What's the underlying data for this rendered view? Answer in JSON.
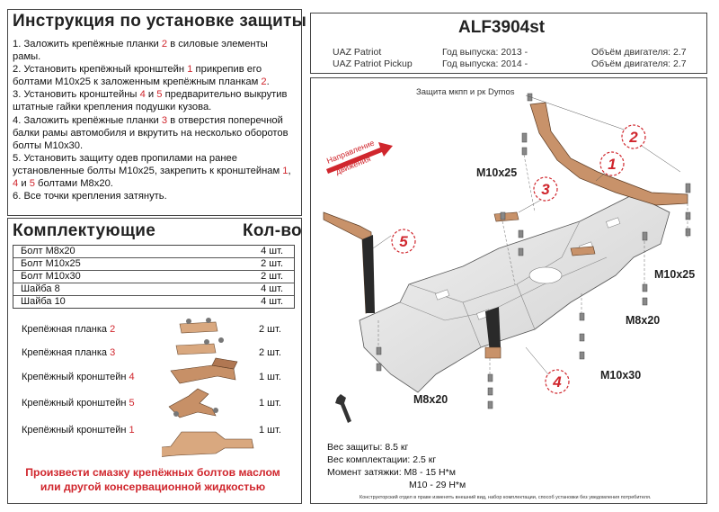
{
  "instructions": {
    "title": "Инструкция по установке защиты",
    "steps": [
      {
        "parts": [
          {
            "t": "1.  Заложить крепёжные планки "
          },
          {
            "t": "2",
            "red": true
          },
          {
            "t": " в силовые элементы рамы."
          }
        ]
      },
      {
        "parts": [
          {
            "t": "2.  Установить крепёжный кронштейн "
          },
          {
            "t": "1",
            "red": true
          },
          {
            "t": " прикрепив его болтами М10х25 к заложенным крепёжным планкам "
          },
          {
            "t": "2",
            "red": true
          },
          {
            "t": "."
          }
        ]
      },
      {
        "parts": [
          {
            "t": "3.  Установить кронштейны "
          },
          {
            "t": "4",
            "red": true
          },
          {
            "t": " и "
          },
          {
            "t": "5",
            "red": true
          },
          {
            "t": " предварительно выкрутив штатные гайки крепления подушки кузова."
          }
        ]
      },
      {
        "parts": [
          {
            "t": "4.  Заложить крепёжные планки "
          },
          {
            "t": "3",
            "red": true
          },
          {
            "t": " в отверстия поперечной балки рамы автомобиля и вкрутить на несколько оборотов болты М10х30."
          }
        ]
      },
      {
        "parts": [
          {
            "t": "5.  Установить защиту одев пропилами на ранее установленные болты М10х25, закрепить к кронштейнам "
          },
          {
            "t": "1",
            "red": true
          },
          {
            "t": ", "
          },
          {
            "t": "4",
            "red": true
          },
          {
            "t": " и "
          },
          {
            "t": "5",
            "red": true
          },
          {
            "t": " болтами М8х20."
          }
        ]
      },
      {
        "parts": [
          {
            "t": "6.  Все точки крепления затянуть."
          }
        ]
      }
    ]
  },
  "parts_list": {
    "title": "Комплектующие",
    "qty_header": "Кол-во",
    "rows": [
      {
        "name": "Болт М8х20",
        "qty": "4 шт."
      },
      {
        "name": "Болт М10х25",
        "qty": "2 шт."
      },
      {
        "name": "Болт М10х30",
        "qty": "2 шт."
      },
      {
        "name": "Шайба 8",
        "qty": "4 шт."
      },
      {
        "name": "Шайба 10",
        "qty": "4 шт."
      }
    ],
    "pictured": [
      {
        "name": "Крепёжная планка ",
        "num": "2",
        "qty": "2 шт."
      },
      {
        "name": "Крепёжная планка ",
        "num": "3",
        "qty": "2 шт."
      },
      {
        "name": "Крепёжный кронштейн ",
        "num": "4",
        "qty": "1 шт."
      },
      {
        "name": "Крепёжный кронштейн ",
        "num": "5",
        "qty": "1 шт."
      },
      {
        "name": "Крепёжный кронштейн ",
        "num": "1",
        "qty": "1 шт."
      }
    ],
    "footer_line1": "Произвести смазку крепёжных болтов маслом",
    "footer_line2": "или другой консервационной жидкостью"
  },
  "header": {
    "code": "ALF3904st",
    "models": [
      "UAZ Patriot",
      "UAZ Patriot Pickup"
    ],
    "years": [
      "Год выпуска: 2013 -",
      "Год выпуска: 2014 -"
    ],
    "volumes": [
      "Объём двигателя: 2.7",
      "Объём двигателя: 2.7"
    ]
  },
  "diagram": {
    "caption": "Защита мкпп и рк Dymos",
    "direction_line1": "Направление",
    "direction_line2": "движения",
    "callouts": [
      "1",
      "2",
      "3",
      "4",
      "5"
    ],
    "bolt_labels": {
      "m10x25_a": "M10x25",
      "m10x25_b": "M10x25",
      "m8x20_a": "M8x20",
      "m10x30": "M10x30",
      "m8x20_b": "M8x20"
    },
    "stats": [
      "Вес защиты: 8.5 кг",
      "Вес комплектации: 2.5 кг",
      "Момент затяжки:  М8 - 15 Н*м",
      "М10 - 29 Н*м"
    ],
    "disclaimer": "Конструкторский отдел в праве изменять внешний вид, набор комплектации, способ установки без уведомления потребителя.",
    "colors": {
      "accent": "#d0262d",
      "bracket": "#c8926a",
      "plate": "#e4e4e4"
    }
  }
}
